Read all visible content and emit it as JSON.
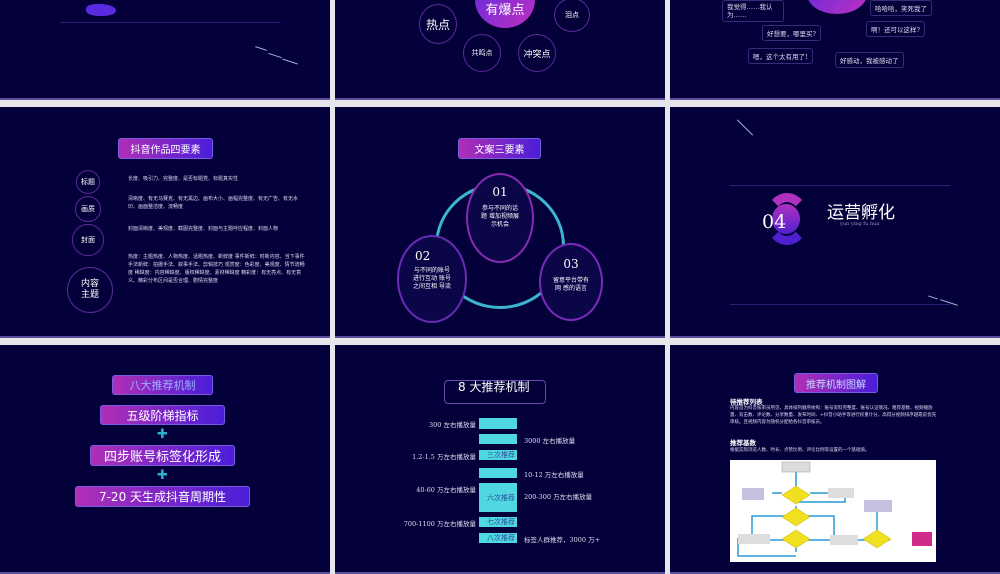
{
  "slides": [
    {
      "id": 1
    },
    {
      "center": "有爆点",
      "points": [
        "热点",
        "泪点",
        "共鸣点",
        "冲突点"
      ]
    },
    {
      "bubbles": [
        "我觉得……我认为……",
        "哈哈哈，笑死我了",
        "好想要，哪里买?",
        "啊！还可以这样?",
        "嗯，这个太有用了!",
        "好感动，我被感动了"
      ]
    },
    {
      "title": "抖音作品四要素",
      "rows": [
        {
          "label": "标题",
          "text": "长度、吸引力、完整度、是否标题党、标题真实性"
        },
        {
          "label": "画质",
          "text": "清晰度、有无马赛克、有无黑边、画布大小、画幅完整度、有无广告、有无水印、画面整洁度、流畅度"
        },
        {
          "label": "封面",
          "text": "封面清晰度、美观度、截图完整度、封面与主题呼应程度、封面人物"
        },
        {
          "label": "内容主题",
          "text": "热度：主题热度、人物热度、话题热度、新鲜度 事件新鲜：时新内容、当下事件 手法新鲜：拍摄手法、叙事手法、剪辑技巧 观赏度：色彩度、美观度、情节流畅度 稀缺度：内容稀缺度、版权稀缺度、素材稀缺度 精彩度：有无亮点、有无意义、精彩分布区间是否合理、剧情完整度"
        }
      ]
    },
    {
      "title": "文案三要素",
      "items": [
        {
          "num": "01",
          "text": "参与不同的话题 增加视频展示机会"
        },
        {
          "num": "02",
          "text": "与不同的账号 进行互动 账号之间互相 导流"
        },
        {
          "num": "03",
          "text": "留意平台带有网 感的语言"
        }
      ]
    },
    {
      "num": "04",
      "title": "运营孵化",
      "subtitle": "yun ying fu hua"
    },
    {
      "faint_title": "八大推荐机制",
      "steps": [
        "五级阶梯指标",
        "四步账号标签化形成",
        "7-20 天生成抖音周期性"
      ]
    },
    {
      "title": "8 大推荐机制",
      "bars": [
        {
          "left": "300 左右播放量",
          "inner": "",
          "right": ""
        },
        {
          "left": "",
          "inner": "",
          "right": "3000 左右播放量"
        },
        {
          "left": "1.2-1.5 万左右播放量",
          "inner": "三次推荐",
          "right": ""
        },
        {
          "left": "",
          "inner": "",
          "right": "10-12 万左右播放量"
        },
        {
          "left": "40-60 万左右播放量",
          "inner": "六次推荐",
          "right": "200-300 万左右播放量"
        },
        {
          "left": "700-1100 万左右播放量",
          "inner": "七次推荐",
          "right": ""
        },
        {
          "left": "",
          "inner": "八次推荐",
          "right": "标签人群推荐，3000 万+"
        }
      ]
    },
    {
      "title": "推荐机制图解",
      "h1": "待推荐列表",
      "p1": "内容首为抖音核审员所见，具体排列顺序依照：账号资料完整度、账号认证情况、粗荐基数、视频播放量、双击数、评论数、分享数量、发布时间、+抖音小助手等进行权重计分，高得分视频排序越靠前优先审核。且视频内容为随机分配给各抖音审核员。",
      "h2": "推荐基数",
      "p2": "根据实际浏览人数、时长、点赞比例、评论比例等设置的一个基础值。"
    }
  ],
  "colors": {
    "slide_bg": "#04013a",
    "accent_cyan": "#4fd8e0",
    "accent_purple": "#b02fb6",
    "accent_blue": "#4a1ed8"
  }
}
